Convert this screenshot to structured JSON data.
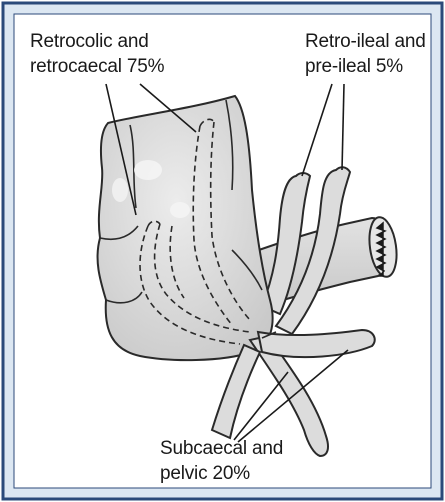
{
  "labels": {
    "retrocolic": {
      "line1": "Retrocolic and",
      "line2": "retrocaecal 75%"
    },
    "retroileal": {
      "line1": "Retro-ileal and",
      "line2": "pre-ileal 5%"
    },
    "subcaecal": {
      "line1": "Subcaecal and",
      "line2": "pelvic 20%"
    }
  },
  "colors": {
    "panel_fill": "#dce7f2",
    "panel_border": "#2b4a7a",
    "organ_fill": "#dedede",
    "organ_stroke": "#2a2a2a"
  }
}
